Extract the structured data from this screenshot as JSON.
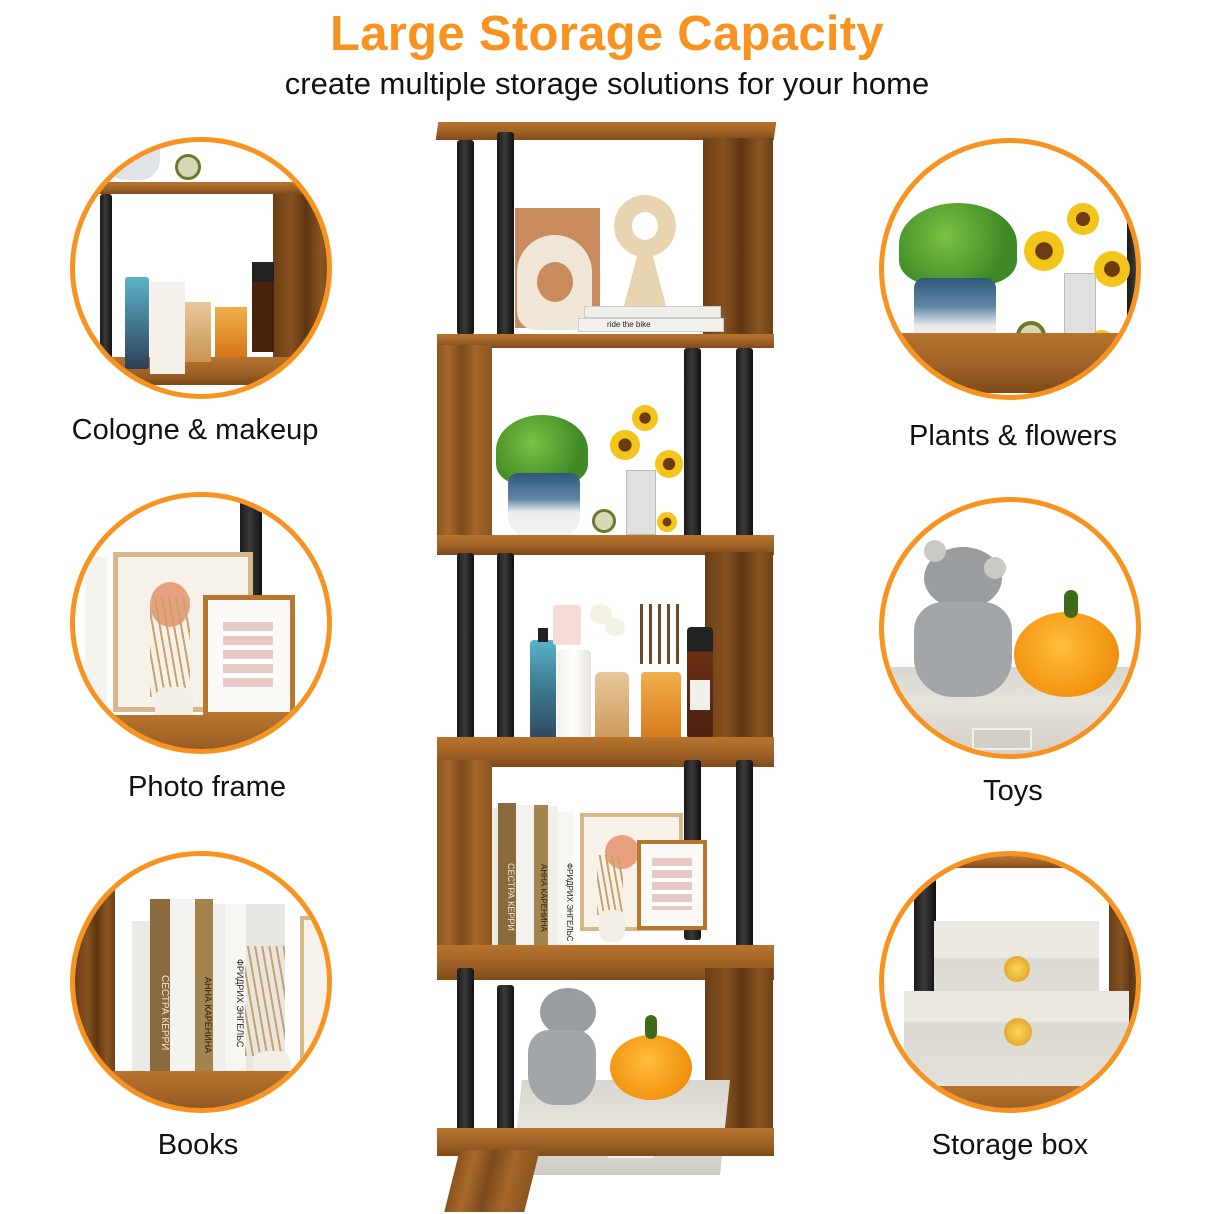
{
  "header": {
    "title": "Large Storage Capacity",
    "subtitle": "create multiple storage solutions for your home"
  },
  "colors": {
    "accent": "#F7931E",
    "text": "#111111",
    "wood": "#9C5F25",
    "metal": "#1A1A1A",
    "background": "#FFFFFF"
  },
  "features": {
    "left": [
      {
        "label": "Cologne & makeup",
        "scene": "cosmetics-on-shelf"
      },
      {
        "label": "Photo frame",
        "scene": "picture-frames-with-reed-diffuser"
      },
      {
        "label": "Books",
        "scene": "books-with-reed-diffuser"
      }
    ],
    "right": [
      {
        "label": "Plants & flowers",
        "scene": "potted-plant-sunflowers-clock"
      },
      {
        "label": "Toys",
        "scene": "teddy-bear-and-pumpkin-plush"
      },
      {
        "label": "Storage box",
        "scene": "stacked-storage-boxes"
      }
    ]
  },
  "product": {
    "name": "5-tier S-shaped bookshelf",
    "tiers": [
      {
        "level": 1,
        "contents": "vases and books",
        "book_spine_text": "ride the bike"
      },
      {
        "level": 2,
        "contents": "potted plant, sunflowers, clock"
      },
      {
        "level": 3,
        "contents": "cosmetics and makeup brushes"
      },
      {
        "level": 4,
        "contents": "books and photo frames",
        "book_spines": [
          "СЕСТРА КЕРРИ",
          "АННА КАРЕНИНА",
          "ФРИДРИХ ЭНГЕЛЬС"
        ]
      },
      {
        "level": 5,
        "contents": "teddy bear, pumpkin plush, storage box"
      }
    ]
  }
}
